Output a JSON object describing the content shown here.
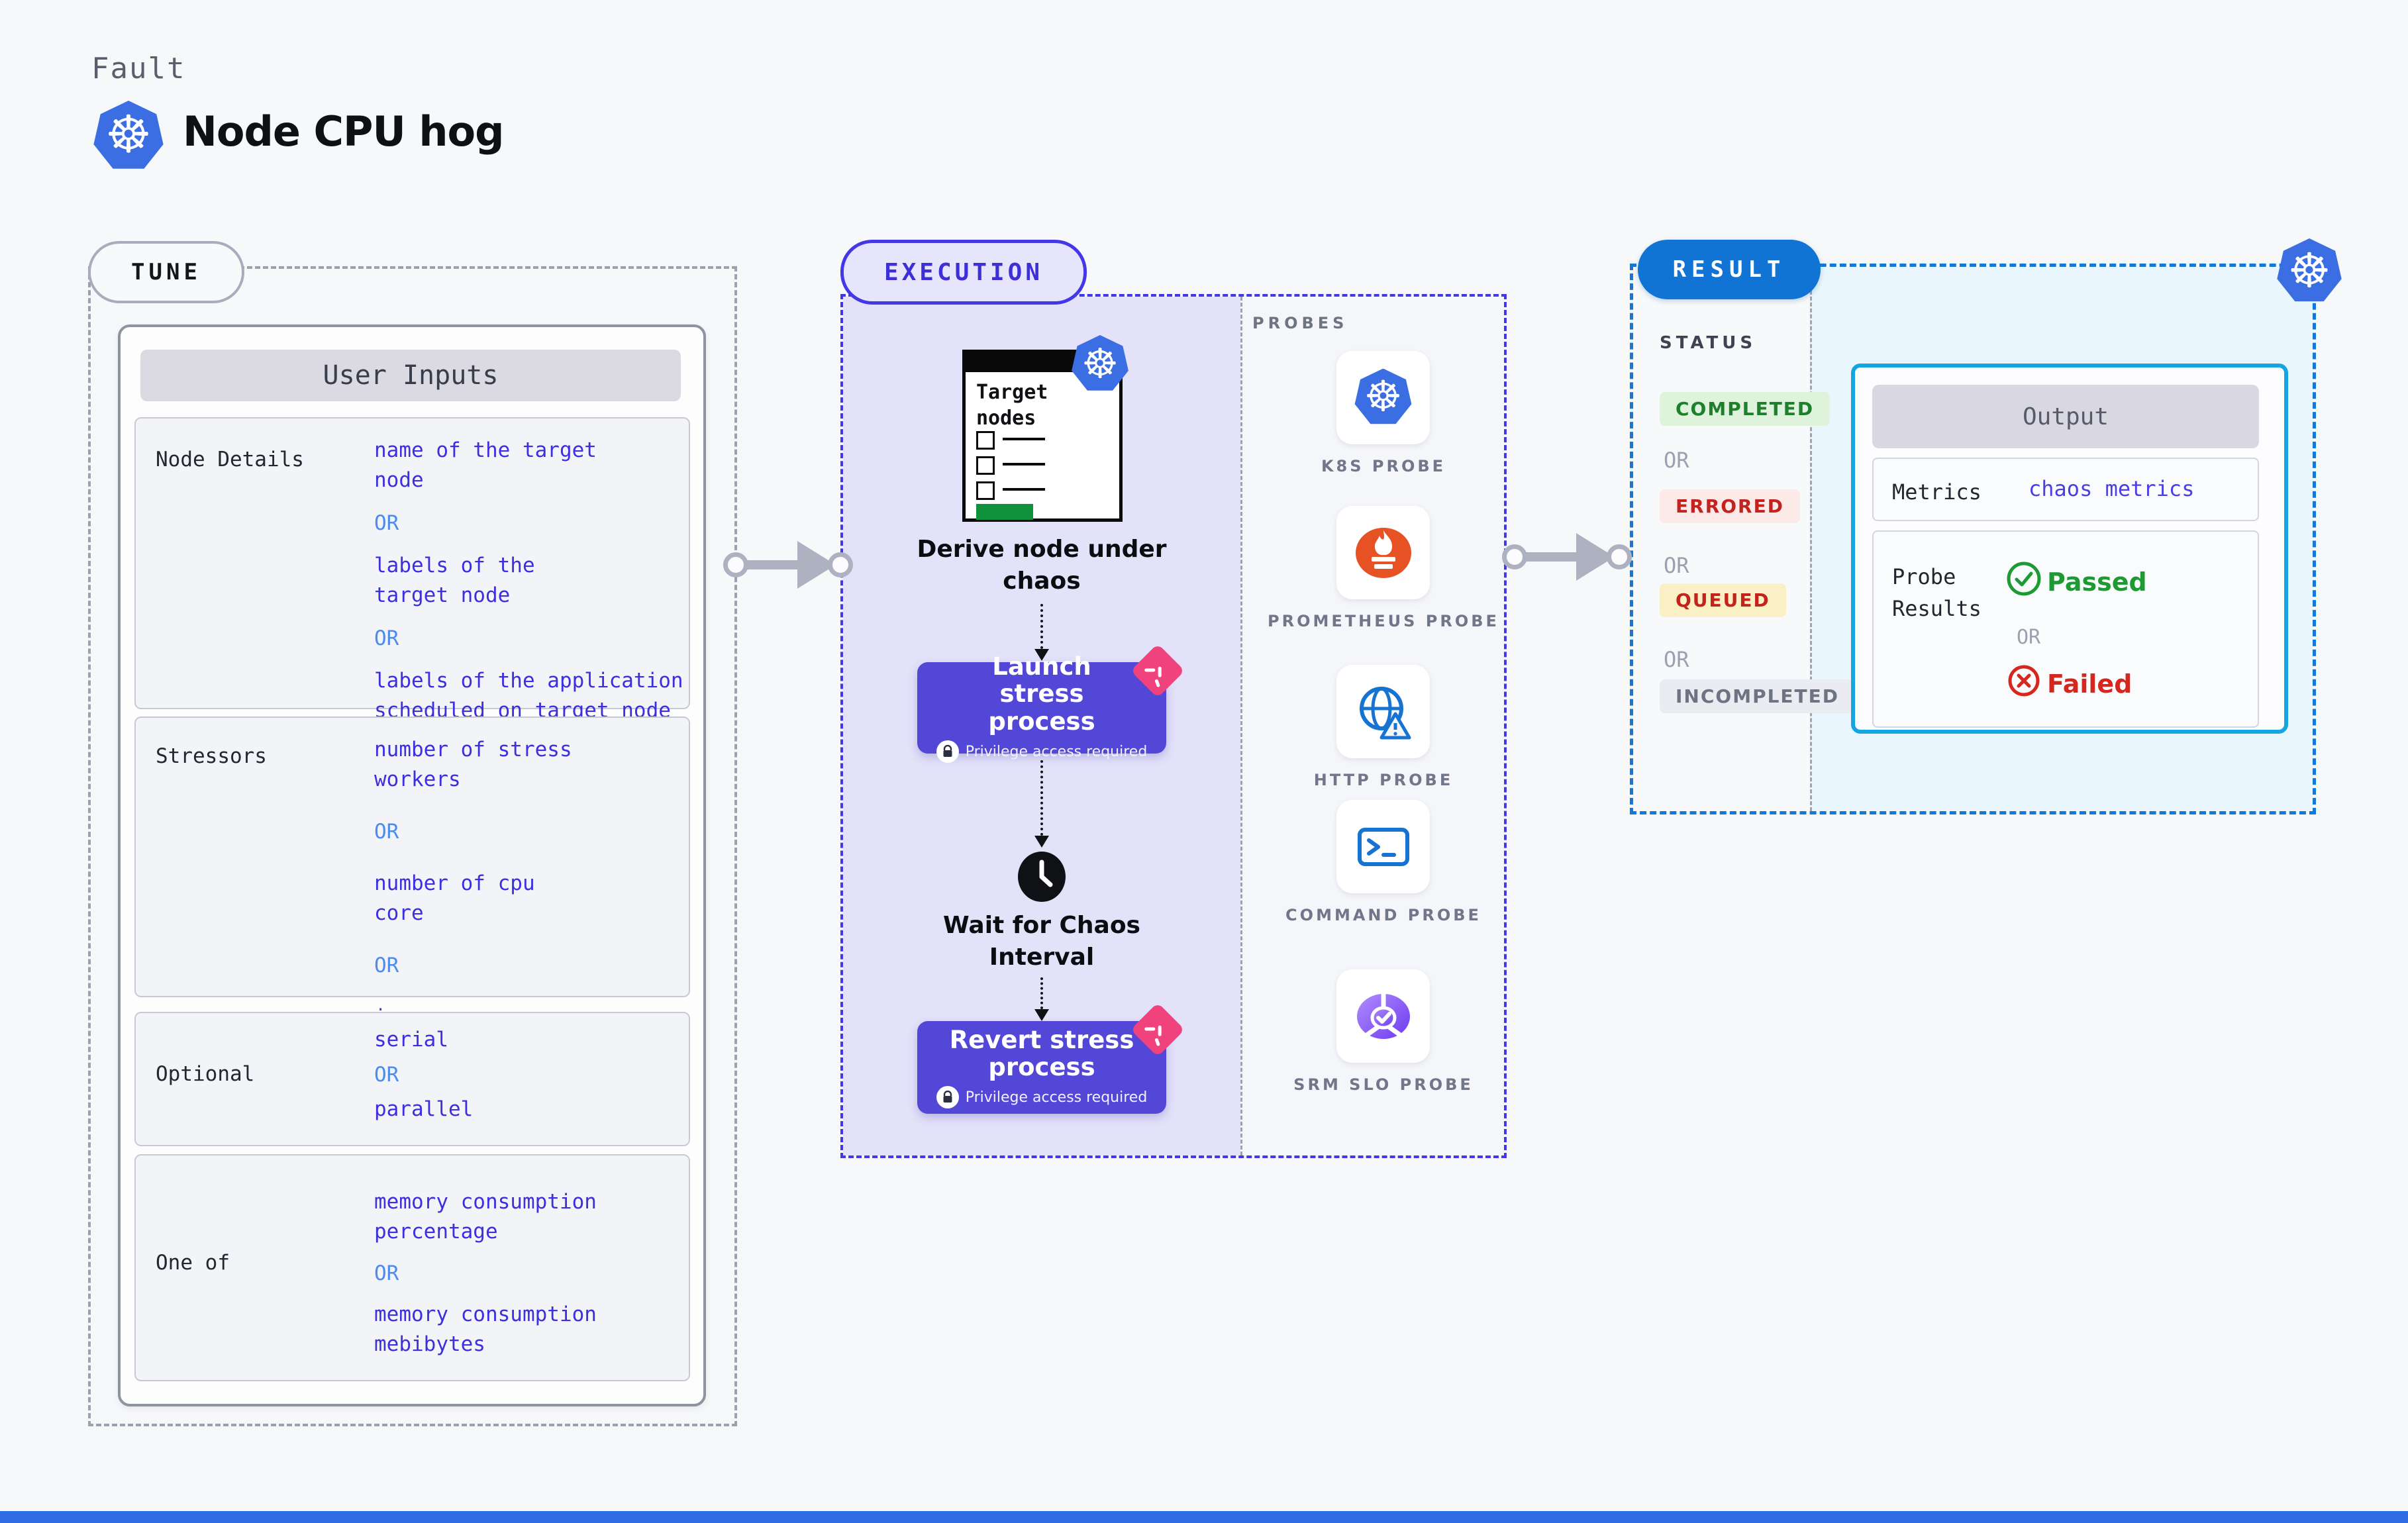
{
  "header": {
    "eyebrow": "Fault",
    "title": "Node CPU hog"
  },
  "tune": {
    "badge": "TUNE",
    "panel_title": "User Inputs",
    "rows": [
      {
        "label": "Node Details",
        "items": [
          "name of the target\nnode",
          "OR",
          "labels of the\ntarget node",
          "OR",
          "labels of the application\n scheduled on target node"
        ]
      },
      {
        "label": "Stressors",
        "items": [
          "number of stress\nworkers",
          "OR",
          "number of cpu\ncore",
          "OR",
          "io"
        ]
      },
      {
        "label": "Optional",
        "items": [
          "serial",
          "OR",
          "parallel"
        ]
      },
      {
        "label": "One of",
        "items": [
          "memory consumption\npercentage",
          "OR",
          "memory consumption\nmebibytes"
        ]
      }
    ]
  },
  "execution": {
    "badge": "EXECUTION",
    "target_card_title": "Target\nnodes",
    "derive_caption": "Derive node under\nchaos",
    "launch_label": "Launch stress process",
    "wait_caption": "Wait for Chaos\nInterval",
    "revert_label": "Revert stress process",
    "privilege_note": "Privilege access required"
  },
  "probes": {
    "title": "PROBES",
    "items": [
      {
        "icon": "kubernetes-icon",
        "label": "K8S PROBE"
      },
      {
        "icon": "prometheus-icon",
        "label": "PROMETHEUS PROBE"
      },
      {
        "icon": "http-globe-icon",
        "label": "HTTP PROBE"
      },
      {
        "icon": "terminal-icon",
        "label": "COMMAND PROBE"
      },
      {
        "icon": "slo-check-icon",
        "label": "SRM SLO PROBE"
      }
    ]
  },
  "result": {
    "badge": "RESULT",
    "status_title": "STATUS",
    "statuses": [
      "COMPLETED",
      "OR",
      "ERRORED",
      "OR",
      "QUEUED",
      "OR",
      "INCOMPLETED"
    ],
    "output": {
      "title": "Output",
      "metrics_label": "Metrics",
      "metrics_value": "chaos metrics",
      "probe_results_label": "Probe\nResults",
      "passed": "Passed",
      "or": "OR",
      "failed": "Failed"
    }
  },
  "colors": {
    "page_bg": "#f7f8fa",
    "kubernetes_blue": "#3b6de3",
    "value_indigo": "#3c2fe0",
    "or_blue": "#4c8bf0",
    "execution_border": "#4437e8",
    "execution_bg": "#e4e2f9",
    "process_button": "#5347d8",
    "ribbon_pink": "#f0427d",
    "result_border": "#1379d8",
    "result_pill": "#1173d3",
    "output_border": "#15a6e2",
    "output_bg": "#e9f6fd",
    "completed": "#1e7f2d",
    "errored": "#c3221e",
    "passed_green": "#1d9a34",
    "failed_red": "#d6271f",
    "prometheus_orange": "#e75225",
    "probe_icon_blue": "#1673d2",
    "srm_purple": "#8a5cf6",
    "bottom_bar": "#2d6ce3"
  }
}
